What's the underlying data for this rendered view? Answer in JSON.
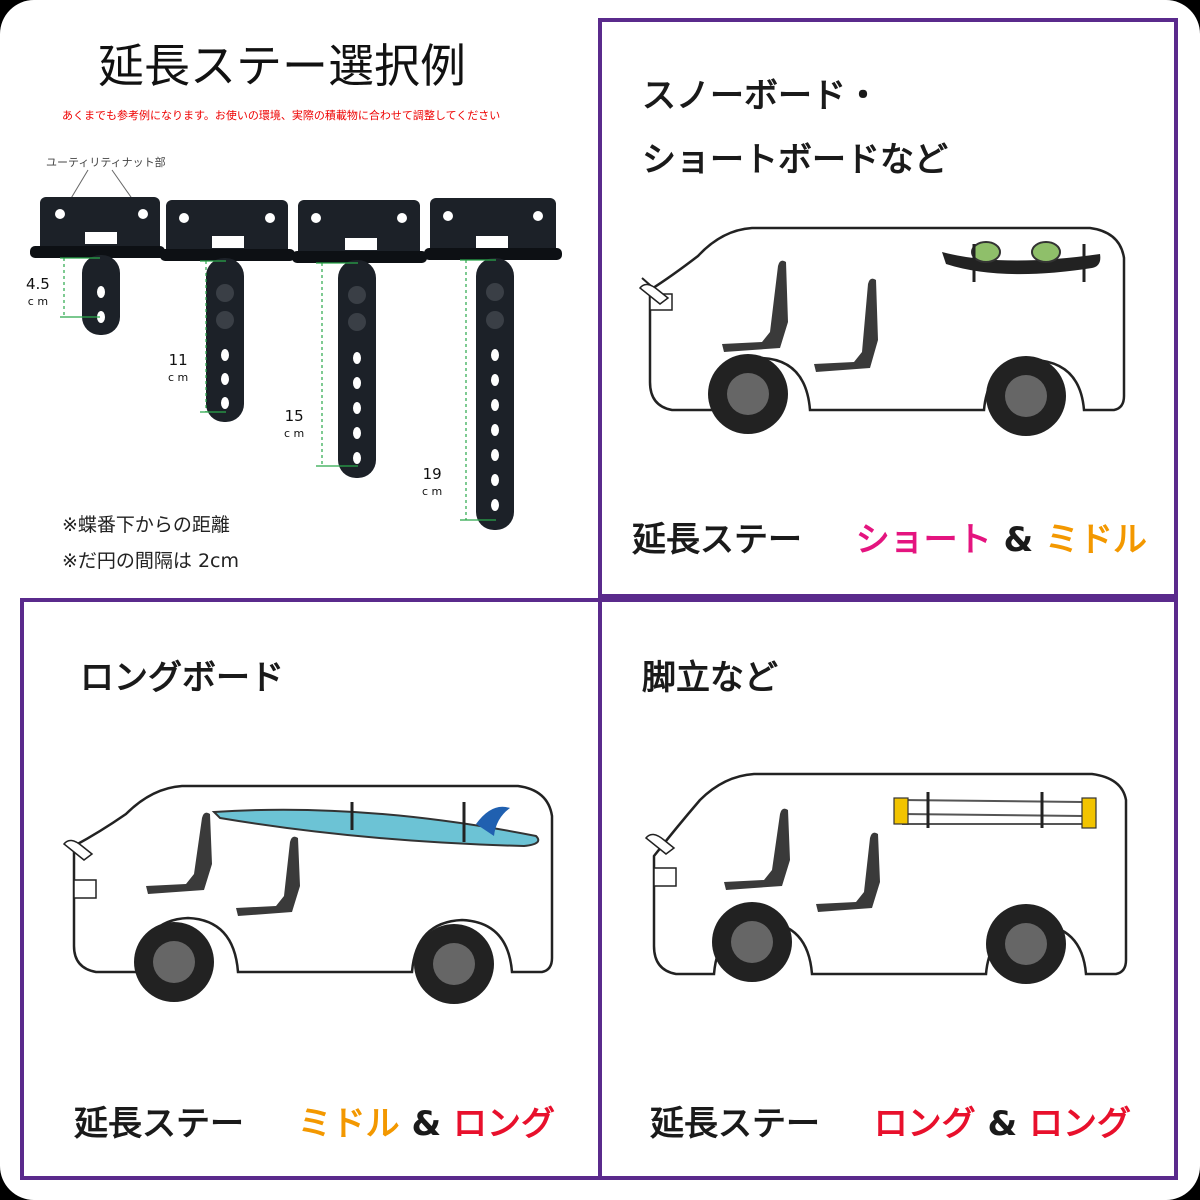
{
  "header": {
    "title": "延長ステー選択例",
    "notice": "あくまでも参考例になります。お使いの環境、実際の積載物に合わせて調整してください"
  },
  "stays_figure": {
    "callout": "ユーティリティナット部",
    "measurements": [
      {
        "value": "4.5",
        "unit": "c m"
      },
      {
        "value": "11",
        "unit": "c m"
      },
      {
        "value": "15",
        "unit": "c m"
      },
      {
        "value": "19",
        "unit": "c m"
      }
    ],
    "notes": [
      "※蝶番下からの距離",
      "※だ円の間隔は 2cm"
    ]
  },
  "panels": {
    "snowboard": {
      "heading_line1": "スノーボード・",
      "heading_line2": "ショートボードなど",
      "stay_label": "延長ステー",
      "option1": "ショート",
      "amp": "&",
      "option2": "ミドル"
    },
    "longboard": {
      "heading": "ロングボード",
      "stay_label": "延長ステー",
      "option1": "ミドル",
      "amp": "&",
      "option2": "ロング"
    },
    "ladder": {
      "heading": "脚立など",
      "stay_label": "延長ステー",
      "option1": "ロング",
      "amp": "&",
      "option2": "ロング"
    }
  },
  "colors": {
    "border": "#5a2a8c",
    "red": "#e8102c",
    "orange": "#f39800",
    "magenta": "#e4147f",
    "surfboard": "#6cc3d5",
    "fin": "#2060b0",
    "snowboard_binding": "#8fbf6a",
    "ladder": "#f2c400"
  }
}
